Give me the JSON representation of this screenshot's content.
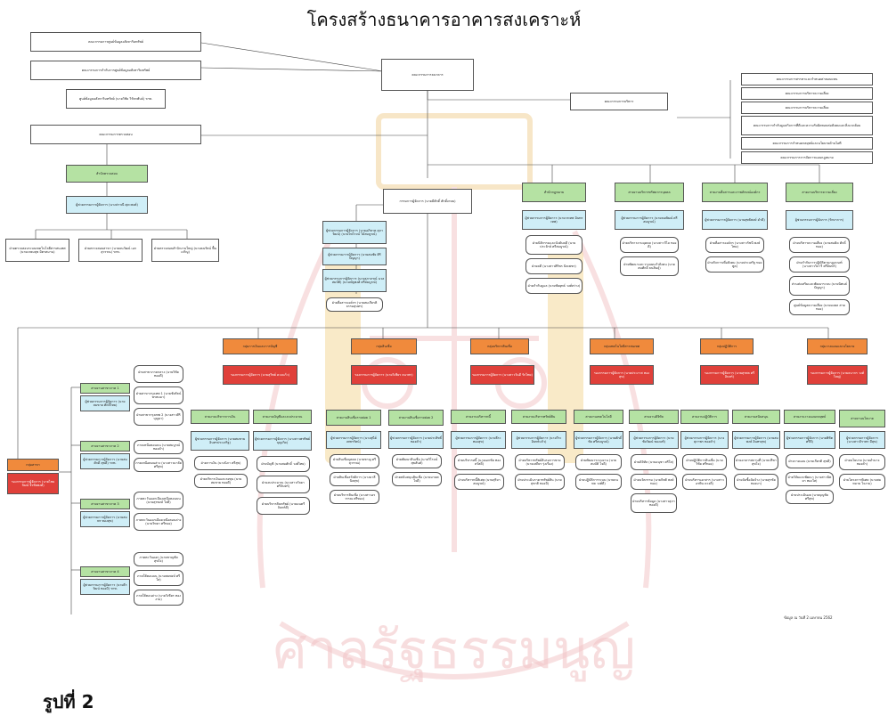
{
  "title": "โครงสร้างธนาคารอาคารสงเคราะห์",
  "top_left": [
    "คณะกรรมการศูนย์ข้อมูลอสังหาริมทรัพย์",
    "คณะกรรมการกำกับการศูนย์ข้อมูลอสังหาริมทรัพย์",
    "ศูนย์ข้อมูลอสังหาริมทรัพย์ (นายวิชัย วิรัตกพันธ์) รกท.",
    "คณะกรรมการตรวจสอบ"
  ],
  "board": "คณะกรรมการธนาคาร",
  "exec_committee": "คณะกรรมการบริหาร",
  "president": "กรรมการผู้จัดการ (นายมีศักดิ์ ศักดิ์เกษม)",
  "audit_office": "สำนักตรวจสอบ",
  "audit_head": "ผู้ช่วยกรรมการผู้จัดการ (นางปราณี ศุภะพงศ์)",
  "audit_subs": [
    "ฝ่ายตรวจสอบระบบเทคโนโลยีสารสนเทศ (นายเกษมสุข มิตรสมาน)",
    "ฝ่ายตรวจสอบสาขา (นายธนวัฒน์ เอกสุวรรณ) รกท.",
    "ฝ่ายตรวจสอบสำนักงานใหญ่ (นายธนรัตน์ ฟื้นเจริญ)"
  ],
  "right_committees": [
    "คณะกรรมการสรรหาและกำหนดค่าตอบแทน",
    "คณะกรรมการบริหารความเสี่ยง",
    "คณะกรรมการบริหารความเสี่ยง",
    "คณะกรรมการกำกับดูแลกิจการที่ดีและความรับผิดชอบต่อสังคมและสิ่งแวดล้อม",
    "คณะกรรมการกำหนดกลยุทธ์และนโยบายด้านไอที",
    "คณะกรรมการการจัดการแผนกฎหมาย"
  ],
  "deputies": [
    "ผู้ช่วยกรรมการผู้จัดการ (นายอภิชาต สุภาวัฒน์) (นายไพโรจน์ ไม้สมบูรณ์)",
    "ผู้ช่วยกรรมการผู้จัดการ (นายสมชัย ศิริปัญญา)",
    "ผู้ช่วยกรรมการผู้จัดการ (นางสุภาภรณ์ นวลสมบัติ) (นายณัฐพงศ์ ศรีสมบูรณ์)",
    "ฝ่ายสื่อสารองค์กร (นายสมเกียรติ ธรรมสุนทร)"
  ],
  "offices": [
    {
      "name": "สำนักกฎหมาย",
      "head": "ผู้ช่วยกรรมการผู้จัดการ (นายวรเทพ อินทรเทพ)",
      "subs": [
        "ฝ่ายนิติกรรมและบังคับคดี (นายประจักษ์ ศรีสมบูรณ์)",
        "ฝ่ายคดี (นางสาวศิริพร นิลเพชร)",
        "ฝ่ายกำกับดูแล (นายชัยยุทธ์ วงศ์สว่าง)"
      ]
    },
    {
      "name": "สายงานบริหารทรัพยากรบุคคล",
      "head": "ผู้ช่วยกรรมการผู้จัดการ (นายธนพัฒน์ ศรีสมบูรณ์)",
      "subs": [
        "ฝ่ายบริหารงานบุคคล (นางสาววิไล ทองดี)",
        "ฝ่ายพัฒนาและวางแผนกำลังคน (นายสมศักดิ์ ธนสินธุ์)"
      ]
    },
    {
      "name": "สายงานสื่อสารและภาพลักษณ์องค์กร",
      "head": "ผู้ช่วยกรรมการผู้จัดการ (นายสุทธิพงษ์ ดำดี)",
      "subs": [
        "ฝ่ายสื่อสารองค์กร (นางสาวรัชนี พงษ์ไทย)",
        "ฝ่ายกิจการเพื่อสังคม (นายประเสริฐ ทองพูล)"
      ]
    },
    {
      "name": "สายงานบริหารความเสี่ยง",
      "head": "ผู้ช่วยกรรมการผู้จัดการ (รักษาการ)",
      "subs": [
        "ฝ่ายบริหารความเสี่ยง (นายสมคิด ศักดิ์ทอง)",
        "ฝ่ายกำกับการปฏิบัติตามกฎเกณฑ์ (นางสาววิภาวี ศรีอินทร์)",
        "ส่วนส่งเสริมและพัฒนาระบบ (นายนิพนธ์ ปัญญา)",
        "ศูนย์ข้อมูลความเสี่ยง (นายมงคล สายทอง)"
      ]
    }
  ],
  "groups": [
    {
      "name": "กลุ่มการเงินและการบัญชี",
      "head": "รองกรรมการผู้จัดการ (นายสุวิทย์ ดวงแก้ว)",
      "lines": [
        {
          "name": "สายงานบริหารการเงิน",
          "head": "ผู้ช่วยกรรมการผู้จัดการ (นายสมชาย อินทรประเสริฐ)",
          "subs": [
            "ฝ่ายการเงิน (นางนิภา ศรีสุข)",
            "ฝ่ายบริหารเงินและลงทุน (นายสมชาย ทองดี)"
          ]
        },
        {
          "name": "สายงานบัญชีและงบประมาณ",
          "head": "ผู้ช่วยกรรมการผู้จัดการ (นางสาวพรทิพย์ บุญเกิด)",
          "subs": [
            "ฝ่ายบัญชี (นายสมศักดิ์ วงศ์ไทย)",
            "ฝ่ายงบประมาณ (นางสาวกัลยา ศรีจันทร์)",
            "ฝ่ายบริหารสินทรัพย์ (นายมนตรี จันทร์ดี)"
          ]
        }
      ]
    },
    {
      "name": "กลุ่มสินเชื่อ",
      "head": "รองกรรมการผู้จัดการ (นายวิเชียร ธนาพร)",
      "lines": [
        {
          "name": "สายงานสินเชื่อรายย่อย 1",
          "head": "ผู้ช่วยกรรมการผู้จัดการ (นางสุนีย์ เพชรรัตน์)",
          "subs": [
            "ฝ่ายสินเชื่อบุคคล (นายชาญ ศรีสุวรรณ)",
            "ฝ่ายสินเชื่อสวัสดิการ (นางมาลี นิลสุข)",
            "ฝ่ายบริหารสินเชื่อ (นางสาวอรวรรณ ศรีทอง)"
          ]
        },
        {
          "name": "สายงานสินเชื่อรายย่อย 2",
          "head": "ผู้ช่วยกรรมการผู้จัดการ (นายประสิทธิ์ ทองคำ)",
          "subs": [
            "ฝ่ายพัฒนาสินเชื่อ (นายวิโรจน์ สุขสันต์)",
            "ฝ่ายสนับสนุนสินเชื่อ (นายมานพ ใจดี)"
          ]
        }
      ]
    },
    {
      "name": "กลุ่มบริหารสินเชื่อ",
      "head": "รองกรรมการผู้จัดการ (นางสาววันดี รักไทย)",
      "lines": [
        {
          "name": "สายงานบริหารหนี้",
          "head": "ผู้ช่วยกรรมการผู้จัดการ (นายธีระ ทองสุข)",
          "subs": [
            "ฝ่ายบริหารหนี้ (นายเอกชัย ทองสวัสดิ์)",
            "ฝ่ายบริหารหนี้พิเศษ (นายสุริยา สมบูรณ์)"
          ]
        },
        {
          "name": "สายงานบริหารทรัพย์สิน",
          "head": "ผู้ช่วยกรรมการผู้จัดการ (นายวีระ อินทร์แก้ว)",
          "subs": [
            "ฝ่ายบริหารทรัพย์สินรอการขาย (นายเสถียร รุ่งเรือง)",
            "ฝ่ายประเมินราคาทรัพย์สิน (นายสุชาติ ทองมี)"
          ]
        }
      ]
    },
    {
      "name": "กลุ่มเทคโนโลยีสารสนเทศ",
      "head": "รองกรรมการผู้จัดการ (นายประภาส ทองสุข)",
      "lines": [
        {
          "name": "สายงานเทคโนโลยี",
          "head": "ผู้ช่วยกรรมการผู้จัดการ (นายศักดิ์ชัย ศรีสมบูรณ์)",
          "subs": [
            "ฝ่ายพัฒนาระบบงาน (นายสมบัติ ใจดี)",
            "ฝ่ายปฏิบัติการระบบ (นายธนพล วงศ์ดี)"
          ]
        },
        {
          "name": "สายงานดิจิทัล",
          "head": "ผู้ช่วยกรรมการผู้จัดการ (นายชัยวัฒน์ ทองแท้)",
          "subs": [
            "ฝ่ายดิจิทัล (นายอนุชา ศรีใส)",
            "ฝ่ายนวัตกรรม (นายกิตติ พงษ์ทอง)",
            "ฝ่ายบริหารข้อมูล (นางสาวสุภา ทองดี)"
          ]
        }
      ]
    },
    {
      "name": "กลุ่มปฏิบัติการ",
      "head": "รองกรรมการผู้จัดการ (นายสุรพล ศรีอินทร์)",
      "lines": [
        {
          "name": "สายงานปฏิบัติการ",
          "head": "ผู้ช่วยกรรมการผู้จัดการ (นางสุภาพร ทองคำ)",
          "subs": [
            "ฝ่ายปฏิบัติการสินเชื่อ (นายวิชัย ศรีทอง)",
            "ฝ่ายบริหารเอกสาร (นางสาวอรพิน ดวงดี)"
          ]
        },
        {
          "name": "สายงานสนับสนุน",
          "head": "ผู้ช่วยกรรมการผู้จัดการ (นายสมพงษ์ อินทรสุข)",
          "subs": [
            "ฝ่ายอาคารสถานที่ (นายปรีชา สุขใจ)",
            "ฝ่ายจัดซื้อจัดจ้าง (นายสุรชัย ทองมา)"
          ]
        }
      ]
    },
    {
      "name": "กลุ่มวางแผนและนโยบาย",
      "head": "รองกรรมการผู้จัดการ (นายธนากร วงศ์ใหญ่)",
      "lines": [
        {
          "name": "สายงานวางแผนกลยุทธ์",
          "head": "ผู้ช่วยกรรมการผู้จัดการ (นายพิชิต ศรีดี)",
          "subs": [
            "ฝ่ายวางแผน (นายเกียรติ สุขดี)",
            "ฝ่ายวิจัยและพัฒนา (นางสาวนิตยา ทองใส)",
            "ฝ่ายประเมินผล (นายบุญชัย ศรีสุข)"
          ]
        },
        {
          "name": "สายงานนโยบาย",
          "head": "ผู้ช่วยกรรมการผู้จัดการ (นางสาวจิราพร มีสุข)",
          "subs": [
            "ฝ่ายนโยบาย (นายอำนาจ ทองคำ)",
            "ฝ่ายโครงการพิเศษ (นายสมหมาย ใจงาม)"
          ]
        }
      ]
    }
  ],
  "branch_group": {
    "name": "กลุ่มสาขา",
    "head": "รองกรรมการผู้จัดการ (นายไชยวัฒน์ จิรชัยพงศ์)"
  },
  "regions": [
    {
      "name": "สายงานสาขาภาค 1",
      "head": "ผู้ช่วยกรรมการผู้จัดการ (นายสมชาย ศักดิ์ไทย)",
      "subs": [
        "ฝ่ายสาขาภาคกลาง (นายวิชัย ทองดี)",
        "ฝ่ายสาขากรุงเทพ 1 (นายชัยรัตน์ พรหมมา)",
        "ฝ่ายสาขากรุงเทพ 2 (นางสาวศิริ บุญมา)"
      ]
    },
    {
      "name": "สายงานสาขาภาค 2",
      "head": "ผู้ช่วยกรรมการผู้จัดการ (นายสมศักดิ์ สุขดี) รกท.",
      "subs": [
        "ภาคเหนือตอนบน (นายสมบูรณ์ ทองคำ)",
        "ภาคเหนือตอนล่าง (นางสาวมาลัย ศรีสุข)"
      ]
    },
    {
      "name": "สายงานสาขาภาค 3",
      "head": "ผู้ช่วยกรรมการผู้จัดการ (นายสมพร ทองสุข)",
      "subs": [
        "ภาคตะวันออกเฉียงเหนือตอนบน (นายสุรพงษ์ ใจดี)",
        "ภาคตะวันออกเฉียงเหนือตอนล่าง (นายวิทยา ศรีทอง)"
      ]
    },
    {
      "name": "สายงานสาขาภาค 4",
      "head": "ผู้ช่วยกรรมการผู้จัดการ (นายธีรวัฒน์ ทองมี) รกท.",
      "subs": [
        "ภาคตะวันออก (นายชาญชัย สุขใจ)",
        "ภาคใต้ตอนบน (นายสมพงษ์ ศรีใส)",
        "ภาคใต้ตอนล่าง (นายวิเชียร ทองงาม)"
      ]
    }
  ],
  "date_note": "ข้อมูล ณ วันที่ 2 เมษายน 2562",
  "footer_text": "รูปที่ 2"
}
